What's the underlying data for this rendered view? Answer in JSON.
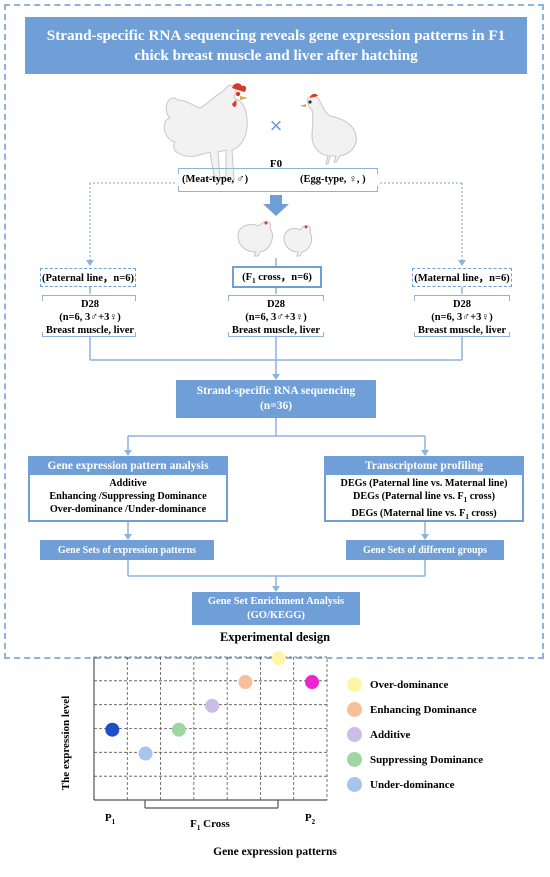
{
  "title": "Strand-specific RNA sequencing reveals gene expression patterns in F1 chick breast muscle and liver after hatching",
  "f0": {
    "label": "F0",
    "meat": "(Meat-type, ♂)",
    "egg": "(Egg-type, ♀, )",
    "cross_symbol": "×"
  },
  "groups": {
    "paternal": "(Paternal line，n=6)",
    "f1_prefix": "(F",
    "f1_sub": "1",
    "f1_suffix": " cross，n=6)",
    "maternal": "(Maternal line，n=6)"
  },
  "samples": {
    "day": "D28",
    "n": "(n=6, 3♂+3♀)",
    "tissue": "Breast muscle, liver"
  },
  "sequencing": {
    "line1": "Strand-specific RNA sequencing",
    "line2": "(n=36)"
  },
  "pattern_panel": {
    "header": "Gene expression pattern analysis",
    "lines": [
      "Additive",
      "Enhancing /Suppressing Dominance",
      "Over-dominance /Under-dominance"
    ]
  },
  "transcriptome_panel": {
    "header": "Transcriptome profiling",
    "line1": "DEGs (Paternal line vs. Maternal line)",
    "line2_a": "DEGs (Paternal  line vs. F",
    "line2_sub": "1",
    "line2_b": " cross)",
    "line3_a": "DEGs (Maternal line vs. F",
    "line3_sub": "1",
    "line3_b": " cross)"
  },
  "gene_sets_patterns": "Gene Sets of expression patterns",
  "gene_sets_groups": "Gene Sets of different groups",
  "gsea": {
    "line1": "Gene Set Enrichment Analysis",
    "line2": "(GO/KEGG)"
  },
  "experimental_design": "Experimental design",
  "plot": {
    "ylabel": "The expression level",
    "xlabel": "Gene expression patterns",
    "p1": "P",
    "p1_sub": "1",
    "p2": "P",
    "p2_sub": "2",
    "f1_cross": "F",
    "f1_cross_sub": "1",
    "f1_cross_suffix": " Cross",
    "points": [
      {
        "col": 0,
        "level": 3,
        "color": "#1f4fc8"
      },
      {
        "col": 1,
        "level": 2,
        "color": "#a7c4ee"
      },
      {
        "col": 2,
        "level": 3,
        "color": "#9fd6a4"
      },
      {
        "col": 3,
        "level": 4,
        "color": "#cbbde6"
      },
      {
        "col": 4,
        "level": 5,
        "color": "#f6c199"
      },
      {
        "col": 5,
        "level": 6,
        "color": "#fdf6a6"
      },
      {
        "col": 6,
        "level": 5,
        "color": "#ee22d0"
      }
    ],
    "legend": [
      {
        "label": "Over-dominance",
        "color": "#fdf6a6"
      },
      {
        "label": "Enhancing Dominance",
        "color": "#f6c199"
      },
      {
        "label": "Additive",
        "color": "#cbbde6"
      },
      {
        "label": "Suppressing Dominance",
        "color": "#9fd6a4"
      },
      {
        "label": "Under-dominance",
        "color": "#a7c4ee"
      }
    ]
  }
}
